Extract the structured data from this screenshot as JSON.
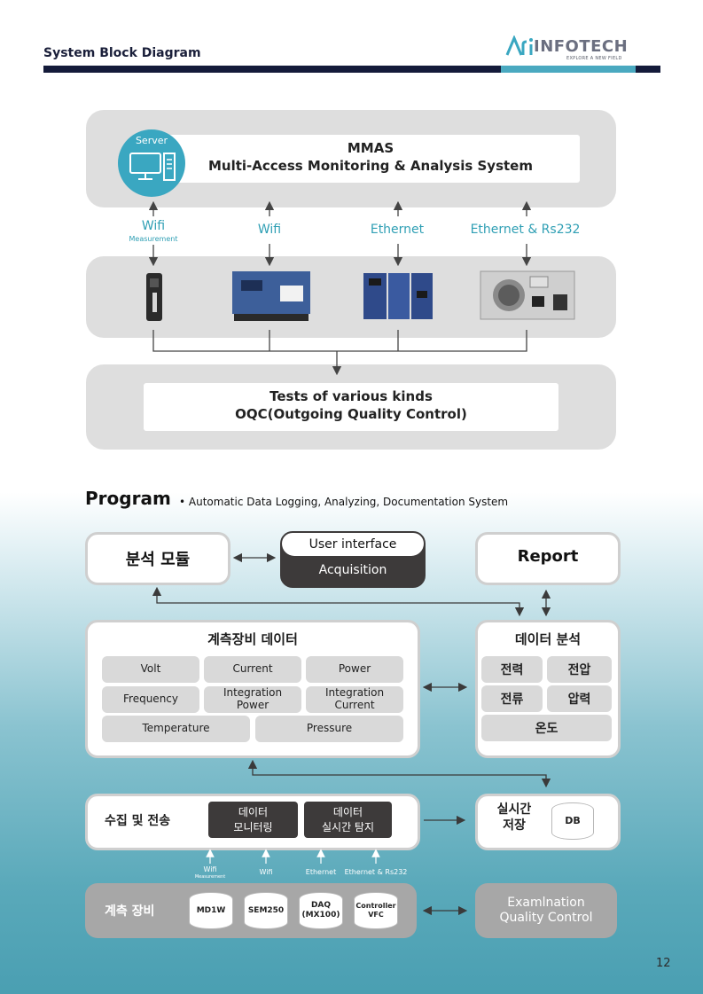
{
  "header": {
    "title": "System Block Diagram",
    "logo_text": "INFOTECH",
    "logo_tagline": "EXPLORE A NEW FIELD",
    "brand_dark": "#141b3a",
    "brand_accent": "#4aa9c0"
  },
  "system": {
    "server_label": "Server",
    "mmas_title": "MMAS",
    "mmas_subtitle": "Multi-Access Monitoring & Analysis System",
    "links": [
      {
        "label": "Wifi",
        "sub": "Measurement"
      },
      {
        "label": "Wifi",
        "sub": ""
      },
      {
        "label": "Ethernet",
        "sub": ""
      },
      {
        "label": "Ethernet & Rs232",
        "sub": ""
      }
    ],
    "tests_line1": "Tests of various kinds",
    "tests_line2": "OQC(Outgoing Quality Control)"
  },
  "program": {
    "title": "Program",
    "description": "• Automatic Data Logging, Analyzing, Documentation System",
    "analysis_module": "분석 모듈",
    "ui_top": "User interface",
    "ui_bottom": "Acquisition",
    "report": "Report",
    "measure_data": {
      "title": "계측장비 데이터",
      "cells": [
        "Volt",
        "Current",
        "Power",
        "Frequency",
        "Integration\nPower",
        "Integration\nCurrent",
        "Temperature",
        "Pressure"
      ]
    },
    "data_analysis": {
      "title": "데이터 분석",
      "cells": [
        "전력",
        "전압",
        "전류",
        "압력",
        "온도"
      ]
    },
    "collect": {
      "title": "수집 및 전송",
      "box1": "데이터\n모니터링",
      "box2": "데이터\n실시간 탐지"
    },
    "realtime": {
      "line1": "실시간",
      "line2": "저장",
      "db": "DB"
    },
    "links": [
      {
        "label": "Wifi",
        "sub": "Measurement"
      },
      {
        "label": "Wifi",
        "sub": ""
      },
      {
        "label": "Ethernet",
        "sub": ""
      },
      {
        "label": "Ethernet & Rs232",
        "sub": ""
      }
    ],
    "equipment": {
      "title": "계측 장비",
      "items": [
        "MD1W",
        "SEM250",
        "DAQ\n(MX100)",
        "Controller\nVFC"
      ]
    },
    "exam": {
      "line1": "Examlnation",
      "line2": "Quality Control"
    }
  },
  "page_number": "12"
}
